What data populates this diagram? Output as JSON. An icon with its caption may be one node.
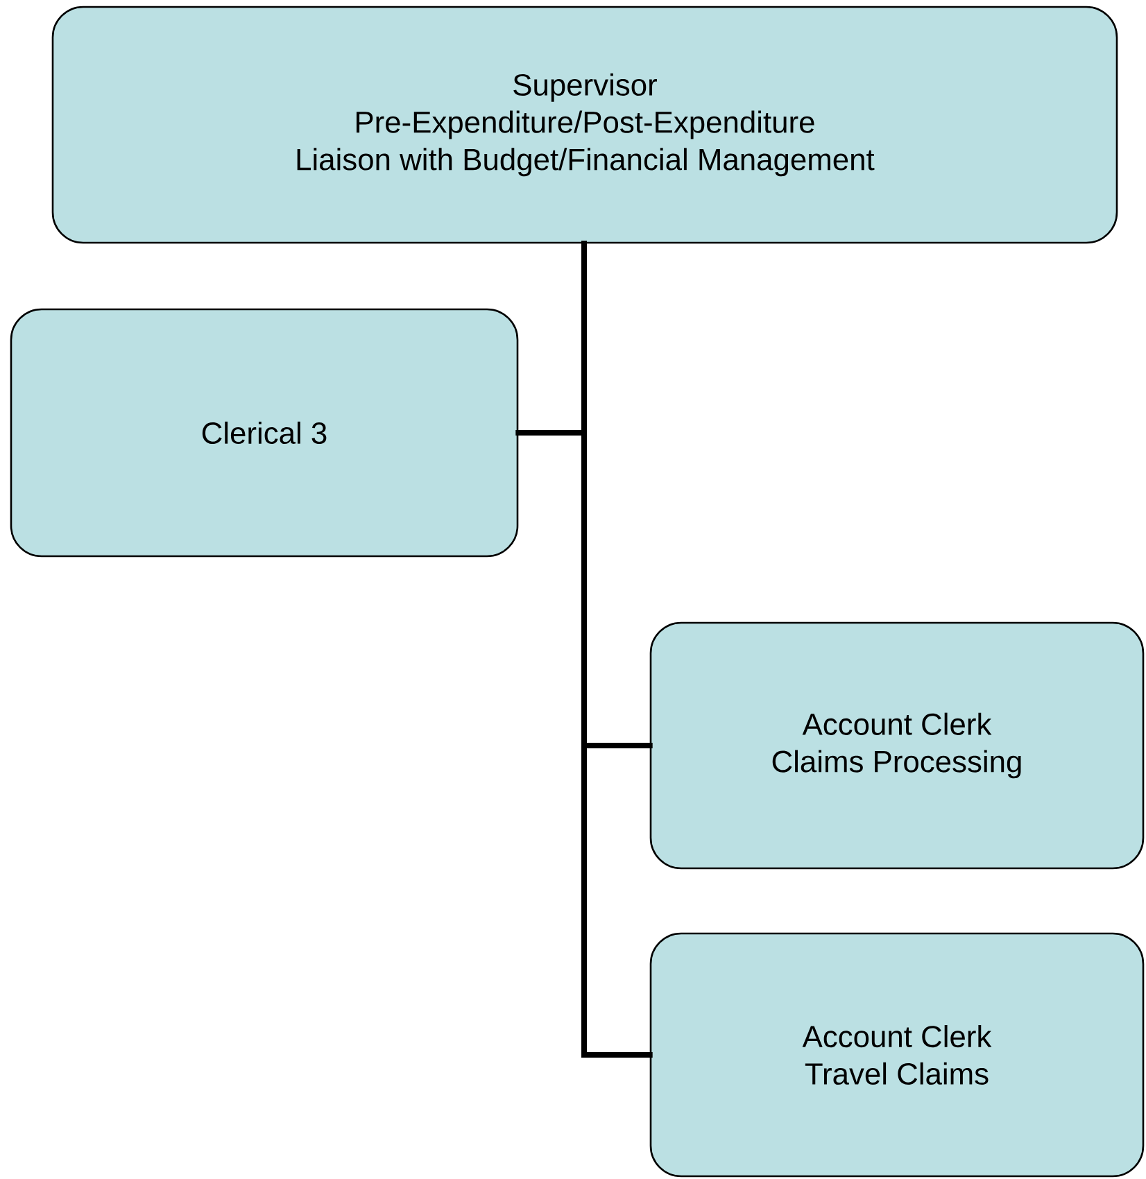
{
  "diagram": {
    "nodes": [
      {
        "text": [
          "Supervisor",
          "Pre-Expenditure/Post-Expenditure",
          "Liaison with Budget/Financial Management"
        ]
      },
      {
        "text": [
          "Clerical 3"
        ]
      },
      {
        "text": [
          "Account Clerk",
          "Claims Processing"
        ]
      },
      {
        "text": [
          "Account Clerk",
          "Travel Claims"
        ]
      }
    ],
    "edges": [
      {
        "from": 0,
        "to": 1,
        "arrow": "none"
      },
      {
        "from": 0,
        "to": 2,
        "arrow": "none"
      },
      {
        "from": 0,
        "to": 3,
        "arrow": "none"
      }
    ]
  }
}
